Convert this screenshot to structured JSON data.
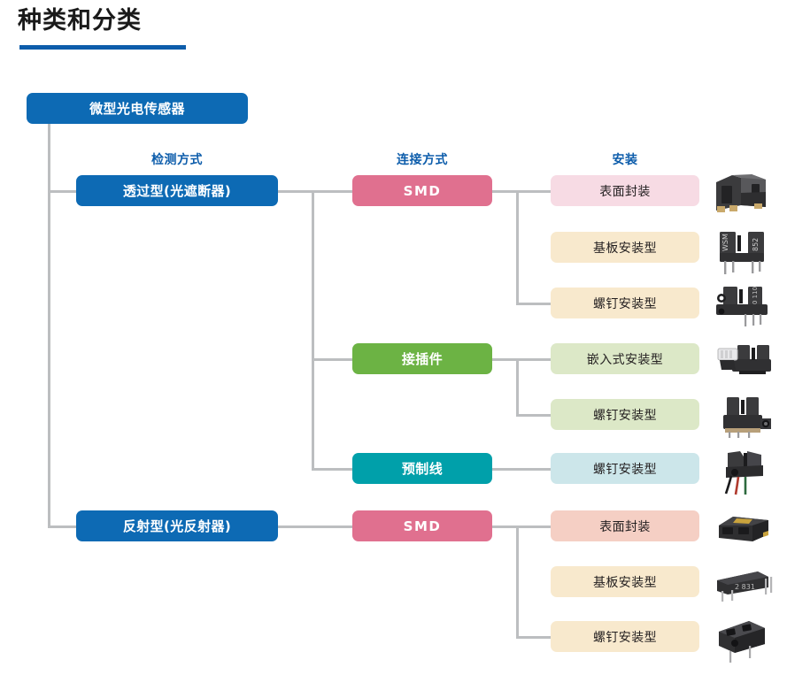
{
  "page": {
    "title": "种类和分类"
  },
  "columns": [
    {
      "id": "detection",
      "label": "检测方式"
    },
    {
      "id": "connection",
      "label": "连接方式"
    },
    {
      "id": "mounting",
      "label": "安装"
    }
  ],
  "root": {
    "label": "微型光电传感器"
  },
  "detection_types": [
    {
      "id": "transmissive",
      "label": "透过型(光遮断器)"
    },
    {
      "id": "reflective",
      "label": "反射型(光反射器)"
    }
  ],
  "connection_types": [
    {
      "id": "smd-1",
      "label": "SMD"
    },
    {
      "id": "connector",
      "label": "接插件"
    },
    {
      "id": "wire",
      "label": "预制线"
    },
    {
      "id": "smd-2",
      "label": "SMD"
    }
  ],
  "mounting_types": [
    {
      "id": "m1",
      "label": "表面封装",
      "photo": "photointerrupter-smd"
    },
    {
      "id": "m2",
      "label": "基板安装型",
      "photo": "photointerrupter-through-hole"
    },
    {
      "id": "m3",
      "label": "螺钉安装型",
      "photo": "photointerrupter-screw"
    },
    {
      "id": "m4",
      "label": "嵌入式安装型",
      "photo": "photointerrupter-connector-embedded"
    },
    {
      "id": "m5",
      "label": "螺钉安装型",
      "photo": "photointerrupter-connector-screw"
    },
    {
      "id": "m6",
      "label": "螺钉安装型",
      "photo": "photointerrupter-wire-screw"
    },
    {
      "id": "m7",
      "label": "表面封装",
      "photo": "photoreflector-smd"
    },
    {
      "id": "m8",
      "label": "基板安装型",
      "photo": "photoreflector-through-hole"
    },
    {
      "id": "m9",
      "label": "螺钉安装型",
      "photo": "photoreflector-screw"
    }
  ],
  "colors": {
    "accent_blue": "#0d5dab",
    "node_blue": "#0d6ab4",
    "smd_pink": "#e0708f",
    "connector_green": "#6cb344",
    "wire_teal": "#00a0aa",
    "leaf_pink": "#f7dbe4",
    "leaf_cream": "#f8e9cd",
    "leaf_green": "#dce8c7",
    "leaf_teal": "#cce6ea",
    "leaf_salmon": "#f5cfc4",
    "line_gray": "#bcbec0"
  }
}
